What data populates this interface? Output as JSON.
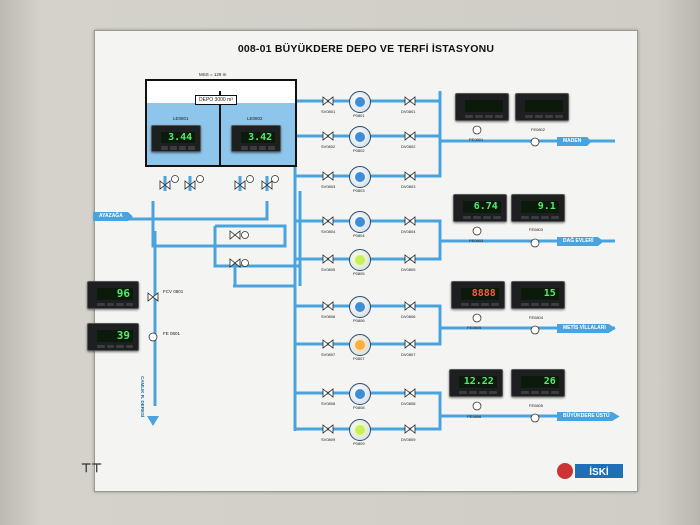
{
  "title": "008-01 BÜYÜKDERE DEPO VE TERFİ İSTASYONU",
  "mss": "MSS = 129 m",
  "depo": "DEPO 3000 m³",
  "tank_left": {
    "tag": "LE0801",
    "value": "3.44"
  },
  "tank_right": {
    "tag": "LE0802",
    "value": "3.42"
  },
  "left_displays": [
    {
      "tag": "FCV 0801",
      "value": "96"
    },
    {
      "tag": "FE 0801",
      "value": "39"
    }
  ],
  "destinations": [
    {
      "label": "MADEN"
    },
    {
      "label": "DAĞ EVLERİ"
    },
    {
      "label": "METİS VİLLALARI"
    },
    {
      "label": "BÜYÜKDERE ÜSTÜ"
    }
  ],
  "pumps": [
    {
      "tag": "P0801",
      "sv": "SV0801",
      "dv": "DV0801"
    },
    {
      "tag": "P0802",
      "sv": "SV0802",
      "dv": "DV0802"
    },
    {
      "tag": "P0803",
      "sv": "SV0803",
      "dv": "DV0803"
    },
    {
      "tag": "P0804",
      "sv": "SV0804",
      "dv": "DV0804"
    },
    {
      "tag": "P0805",
      "sv": "SV0805",
      "dv": "DV0805"
    },
    {
      "tag": "P0806",
      "sv": "SV0806",
      "dv": "DV0806"
    },
    {
      "tag": "P0807",
      "sv": "SV0807",
      "dv": "DV0807"
    },
    {
      "tag": "P0808",
      "sv": "SV0808",
      "dv": "DV0808"
    },
    {
      "tag": "P0809",
      "sv": "SV0809",
      "dv": "DV0809"
    }
  ],
  "right_displays": [
    {
      "value": "",
      "tag": "PE0801"
    },
    {
      "value": "",
      "tag": "FE0802"
    },
    {
      "value": "6.74",
      "tag": "PE0803"
    },
    {
      "value": "9.1",
      "tag": "FE0803"
    },
    {
      "value": "8888",
      "tag": "PE0805"
    },
    {
      "value": "15",
      "tag": "FE0804"
    },
    {
      "value": "12.22",
      "tag": "PE0806"
    },
    {
      "value": "26",
      "tag": "FE0805"
    }
  ],
  "main_inlet": "AYAZAĞA",
  "outlet_label": "CAMLIK R. DERESİ",
  "colors": {
    "pipe": "#4aa3dd",
    "panel": "#f4f4f2",
    "lcd_green": "#4df06a",
    "lcd_red": "#ff5a3c"
  },
  "logo_text": "İSKİ"
}
